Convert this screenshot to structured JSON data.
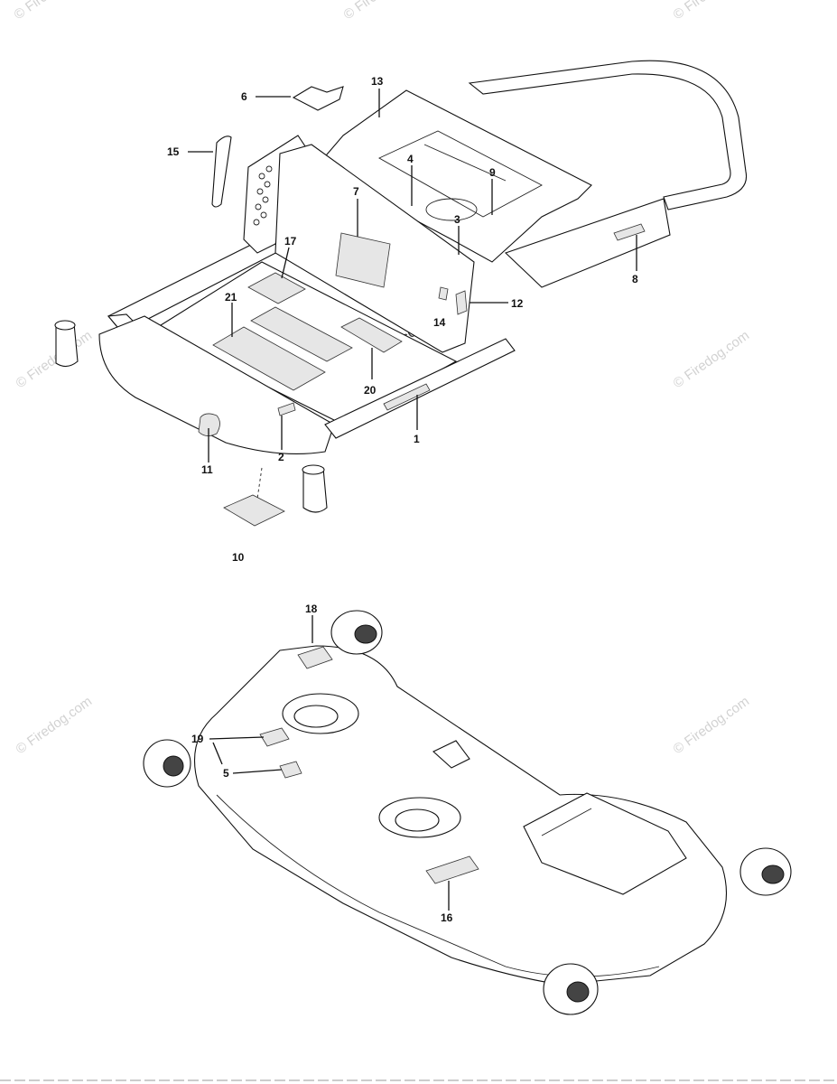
{
  "watermark": "© Firedog.com",
  "upper_callouts": [
    {
      "label": "6"
    },
    {
      "label": "13"
    },
    {
      "label": "15"
    },
    {
      "label": "4"
    },
    {
      "label": "9"
    },
    {
      "label": "7"
    },
    {
      "label": "3"
    },
    {
      "label": "17"
    },
    {
      "label": "8"
    },
    {
      "label": "21"
    },
    {
      "label": "12"
    },
    {
      "label": "14"
    },
    {
      "label": "20"
    },
    {
      "label": "1"
    },
    {
      "label": "11"
    },
    {
      "label": "2"
    },
    {
      "label": "10"
    }
  ],
  "lower_callouts": [
    {
      "label": "18"
    },
    {
      "label": "19"
    },
    {
      "label": "5"
    },
    {
      "label": "16"
    }
  ]
}
